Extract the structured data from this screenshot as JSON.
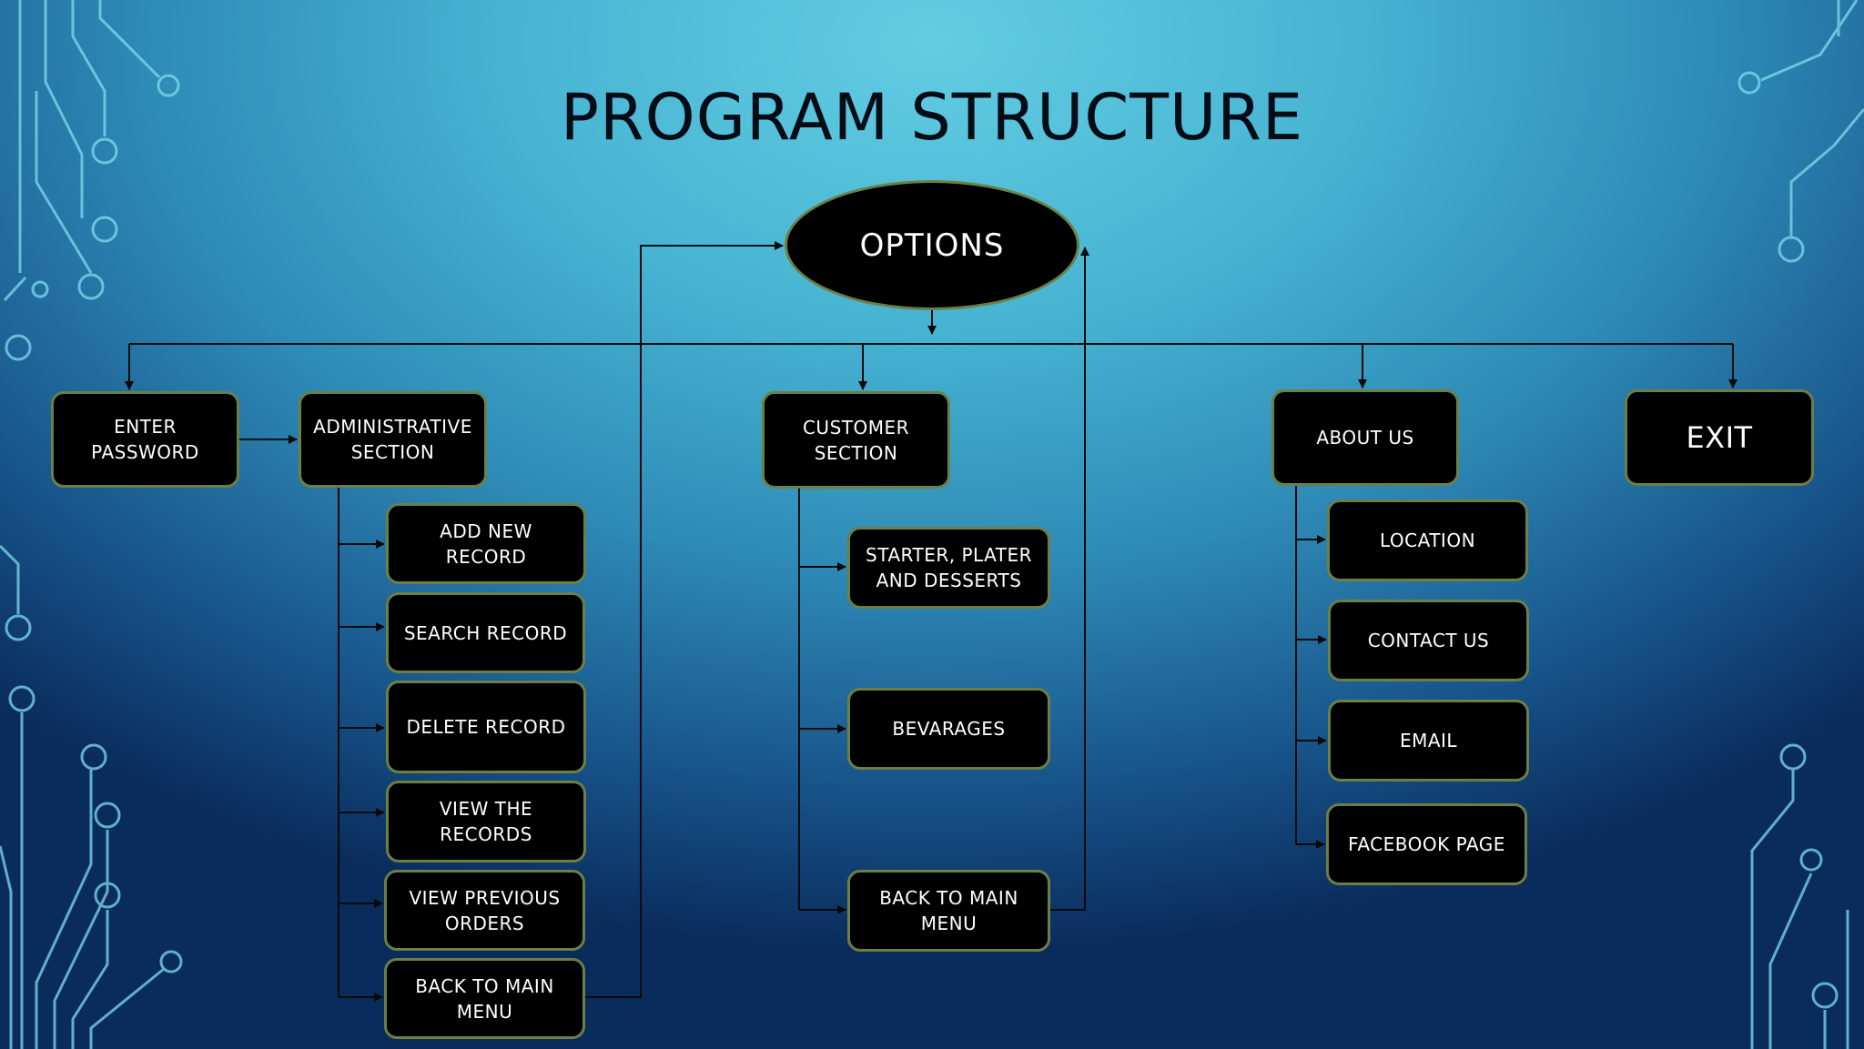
{
  "title": "PROGRAM STRUCTURE",
  "root": {
    "label": "OPTIONS"
  },
  "branches": {
    "enter_password": "ENTER PASSWORD",
    "administrative": "ADMINISTRATIVE SECTION",
    "customer": "CUSTOMER SECTION",
    "about_us": "ABOUT US",
    "exit": "EXIT"
  },
  "admin_items": [
    "ADD NEW RECORD",
    "SEARCH RECORD",
    "DELETE RECORD",
    "VIEW THE RECORDS",
    "VIEW PREVIOUS ORDERS",
    "BACK TO MAIN MENU"
  ],
  "customer_items": [
    "STARTER, PLATER AND DESSERTS",
    "BEVARAGES",
    "BACK TO MAIN MENU"
  ],
  "about_items": [
    "LOCATION",
    "CONTACT US",
    "EMAIL",
    "FACEBOOK PAGE"
  ],
  "colors": {
    "node_fill": "#000000",
    "node_border": "#6d7f43",
    "connector": "#0a0a0a",
    "circuit": "#7fdcf0"
  }
}
